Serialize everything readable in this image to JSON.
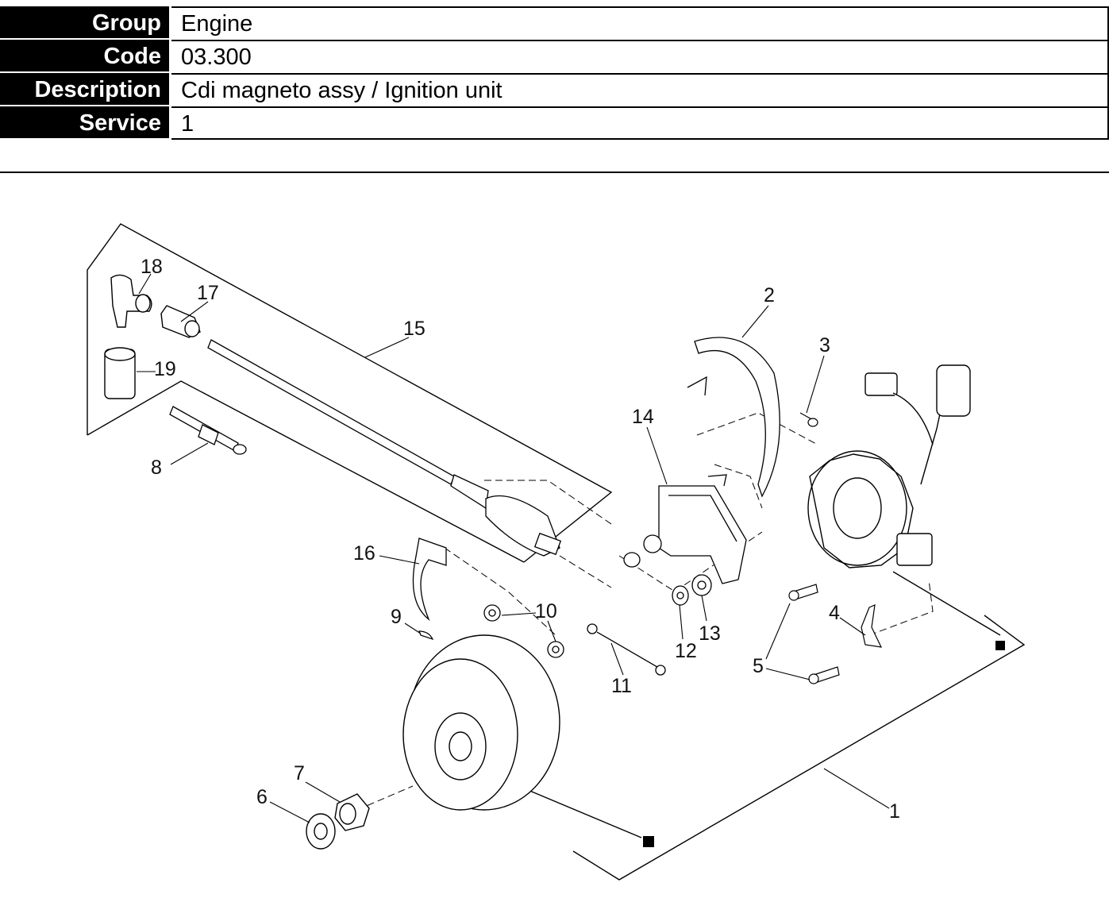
{
  "header": {
    "rows": [
      {
        "label": "Group",
        "value": "Engine"
      },
      {
        "label": "Code",
        "value": "03.300"
      },
      {
        "label": "Description",
        "value": "Cdi magneto assy / Ignition unit"
      },
      {
        "label": "Service",
        "value": "1"
      }
    ]
  },
  "diagram": {
    "callouts": [
      "1",
      "2",
      "3",
      "4",
      "5",
      "6",
      "7",
      "8",
      "9",
      "10",
      "11",
      "12",
      "13",
      "14",
      "15",
      "16",
      "17",
      "18",
      "19"
    ]
  }
}
